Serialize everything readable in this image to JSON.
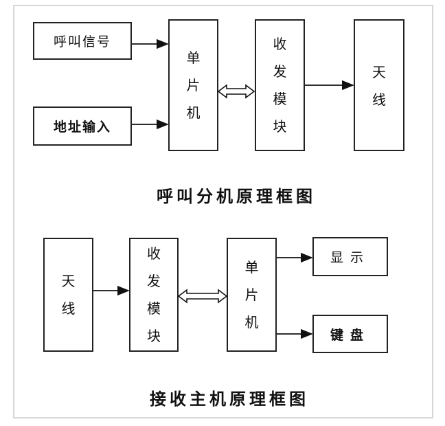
{
  "diagrams": {
    "pager": {
      "title": "呼叫分机原理框图",
      "call_signal": "呼叫信号",
      "address_input": "地址输入",
      "mcu": "单片机",
      "transceiver": "收发模块",
      "antenna": "天线"
    },
    "receiver": {
      "title": "接收主机原理框图",
      "antenna": "天线",
      "transceiver": "收发模块",
      "mcu": "单片机",
      "display": "显示",
      "keyboard": "键盘"
    }
  }
}
